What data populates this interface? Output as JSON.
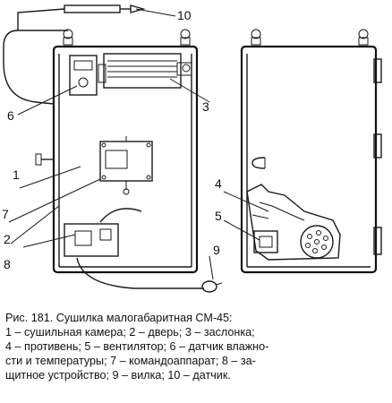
{
  "figure": {
    "callouts": [
      "1",
      "2",
      "3",
      "4",
      "5",
      "6",
      "7",
      "8",
      "9",
      "10"
    ]
  },
  "caption": {
    "lines": [
      "Рис. 181.  Сушилка малогабаритная СМ-45:",
      "1 – сушильная камера; 2 – дверь; 3 – заслонка;",
      "4 – противень; 5 – вентилятор; 6 – датчик влажно-",
      "сти и температуры; 7 – командоаппарат; 8 – за-",
      "щитное устройство; 9 – вилка; 10 – датчик."
    ]
  }
}
